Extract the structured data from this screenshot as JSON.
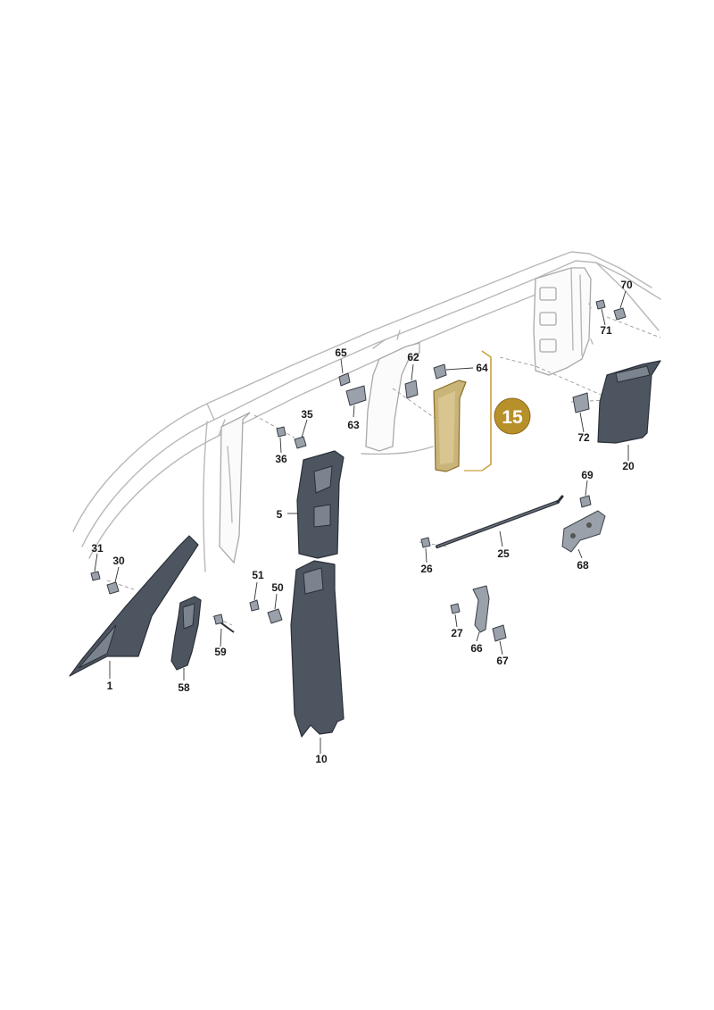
{
  "highlight": {
    "badge_label": "15",
    "accent_color": "#b8902a"
  },
  "callouts": [
    {
      "id": "c1",
      "label": "1"
    },
    {
      "id": "c5",
      "label": "5"
    },
    {
      "id": "c10",
      "label": "10"
    },
    {
      "id": "c20",
      "label": "20"
    },
    {
      "id": "c25",
      "label": "25"
    },
    {
      "id": "c26",
      "label": "26"
    },
    {
      "id": "c27",
      "label": "27"
    },
    {
      "id": "c30",
      "label": "30"
    },
    {
      "id": "c31",
      "label": "31"
    },
    {
      "id": "c35",
      "label": "35"
    },
    {
      "id": "c36",
      "label": "36"
    },
    {
      "id": "c50",
      "label": "50"
    },
    {
      "id": "c51",
      "label": "51"
    },
    {
      "id": "c58",
      "label": "58"
    },
    {
      "id": "c59",
      "label": "59"
    },
    {
      "id": "c62",
      "label": "62"
    },
    {
      "id": "c63",
      "label": "63"
    },
    {
      "id": "c64",
      "label": "64"
    },
    {
      "id": "c65",
      "label": "65"
    },
    {
      "id": "c66",
      "label": "66"
    },
    {
      "id": "c67",
      "label": "67"
    },
    {
      "id": "c68",
      "label": "68"
    },
    {
      "id": "c69",
      "label": "69"
    },
    {
      "id": "c70",
      "label": "70"
    },
    {
      "id": "c71",
      "label": "71"
    },
    {
      "id": "c72",
      "label": "72"
    }
  ]
}
